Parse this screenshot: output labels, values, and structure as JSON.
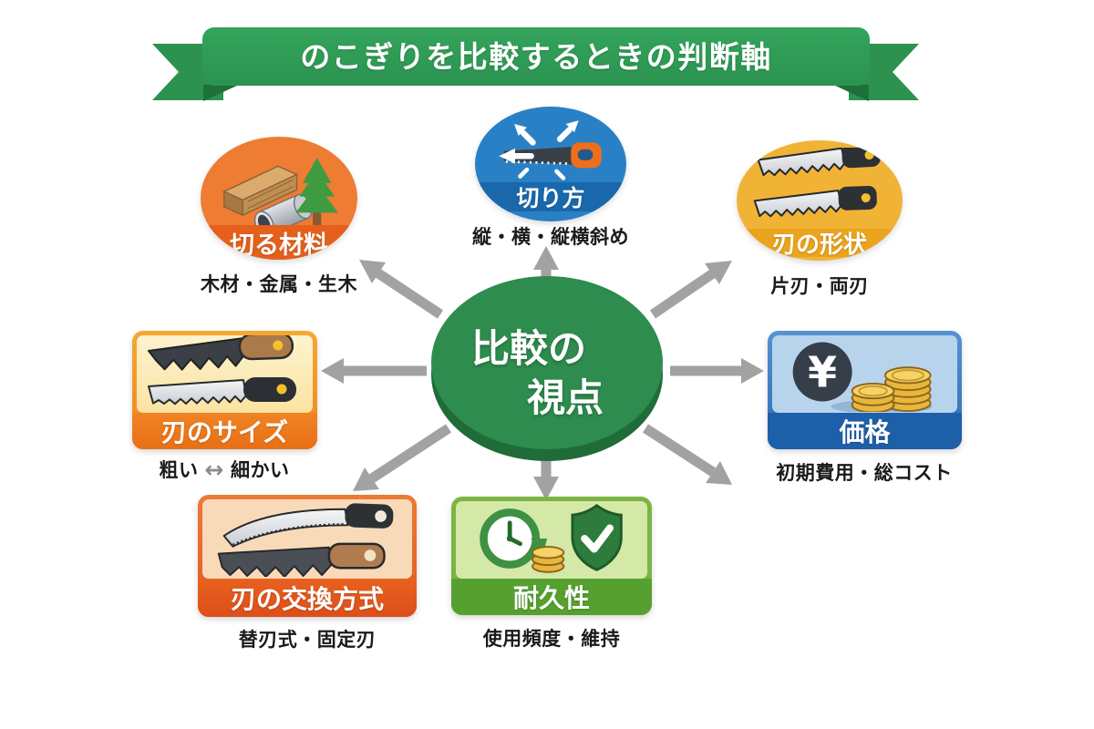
{
  "banner": {
    "title": "のこぎりを比較するときの判断軸"
  },
  "hub": {
    "title_line1": "比較の",
    "title_line2": "視点"
  },
  "nodes": {
    "material": {
      "label": "切る材料",
      "subtitle": "木材・金属・生木",
      "icon": "wood-pipe-tree-icon"
    },
    "cutting": {
      "label": "切り方",
      "subtitle": "縦・横・縦横斜め",
      "icon": "saw-direction-arrows-icon"
    },
    "blade_shape": {
      "label": "刃の形状",
      "subtitle": "片刃・両刃",
      "icon": "two-saw-blades-icon"
    },
    "blade_size": {
      "label": "刃のサイズ",
      "subtitle_left": "粗い",
      "subtitle_arrow": "↔",
      "subtitle_right": "細かい",
      "icon": "coarse-fine-saws-icon"
    },
    "price": {
      "label": "価格",
      "subtitle": "初期費用・総コスト",
      "currency_symbol": "¥",
      "icon": "yen-coins-icon"
    },
    "replacement": {
      "label": "刃の交換方式",
      "subtitle": "替刃式・固定刃",
      "icon": "replaceable-blades-icon"
    },
    "durability": {
      "label": "耐久性",
      "subtitle": "使用頻度・維持",
      "icon": "clock-coins-shield-icon"
    }
  },
  "palette": {
    "banner_green": "#2f9c55",
    "banner_tail": "#2d9150",
    "banner_fold": "#1d7039",
    "hub_green": "#2e8c4e",
    "hub_rim": "#206c39",
    "material_orange": "#ee7c33",
    "material_band": "#e4601b",
    "cutting_blue": "#2a80c5",
    "cutting_band": "#1968ac",
    "shape_amber": "#f1b335",
    "shape_band": "#eaa41d",
    "size_frame": "#f19026",
    "size_panel": "#fcf0c6",
    "size_band": "#ee7a1b",
    "price_frame": "#3b82c4",
    "price_panel": "#b8d4ec",
    "price_band": "#1e5fa9",
    "replacement_frame": "#e5672c",
    "replacement_panel": "#f9dab8",
    "replacement_band": "#e0551c",
    "durability_frame": "#7cb442",
    "durability_panel": "#d4e9a8",
    "durability_band": "#56a02f",
    "arrow_gray": "#a2a2a2",
    "subtitle_text": "#1a1a1a"
  }
}
